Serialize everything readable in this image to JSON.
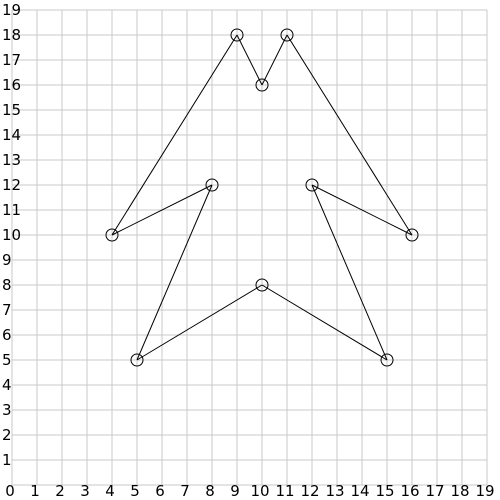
{
  "grid": {
    "x_ticks": [
      "0",
      "1",
      "2",
      "3",
      "4",
      "5",
      "6",
      "7",
      "8",
      "9",
      "10",
      "11",
      "12",
      "13",
      "14",
      "15",
      "16",
      "17",
      "18",
      "19"
    ],
    "y_ticks": [
      "1",
      "2",
      "3",
      "4",
      "5",
      "6",
      "7",
      "8",
      "9",
      "10",
      "11",
      "12",
      "13",
      "14",
      "15",
      "16",
      "17",
      "18",
      "19"
    ],
    "x_min": 0,
    "x_max": 19,
    "y_min": 0,
    "y_max": 19
  },
  "colors": {
    "grid": "#c8c8c8",
    "line": "#000000",
    "background": "#ffffff"
  },
  "polyline": [
    [
      4,
      10
    ],
    [
      9,
      18
    ],
    [
      10,
      16
    ],
    [
      11,
      18
    ],
    [
      16,
      10
    ],
    [
      12,
      12
    ],
    [
      15,
      5
    ],
    [
      10,
      8
    ],
    [
      5,
      5
    ],
    [
      8,
      12
    ],
    [
      4,
      10
    ]
  ]
}
